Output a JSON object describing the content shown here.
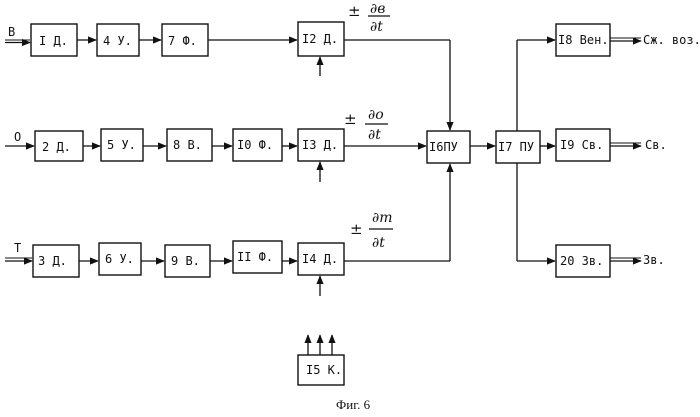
{
  "caption": "Фиг. 6",
  "inputs": {
    "b": "В",
    "o": "О",
    "t": "Т"
  },
  "blocks": {
    "b1": "I Д.",
    "b2": "2 Д.",
    "b3": "3 Д.",
    "b4": "4 У.",
    "b5": "5 У.",
    "b6": "6 У.",
    "b7": "7 Ф.",
    "b8": "8 В.",
    "b9": "9 В.",
    "b10": "I0 Ф.",
    "b11": "II Ф.",
    "b12": "I2 Д.",
    "b13": "I3 Д.",
    "b14": "I4 Д.",
    "b15": "I5 К.",
    "b16": "I6ПУ",
    "b17": "I7 ПУ",
    "b18": "I8 Вен.",
    "b19": "I9 Св.",
    "b20": "20 Зв."
  },
  "derivatives": {
    "d1": {
      "sign": "±",
      "num": "∂в",
      "den": "∂t"
    },
    "d2": {
      "sign": "±",
      "num": "∂о",
      "den": "∂t"
    },
    "d3": {
      "sign": "±",
      "num": "∂т",
      "den": "∂t"
    }
  },
  "outputs": {
    "o1": "Сж. воз.",
    "o2": "Св.",
    "o3": "Зв."
  }
}
